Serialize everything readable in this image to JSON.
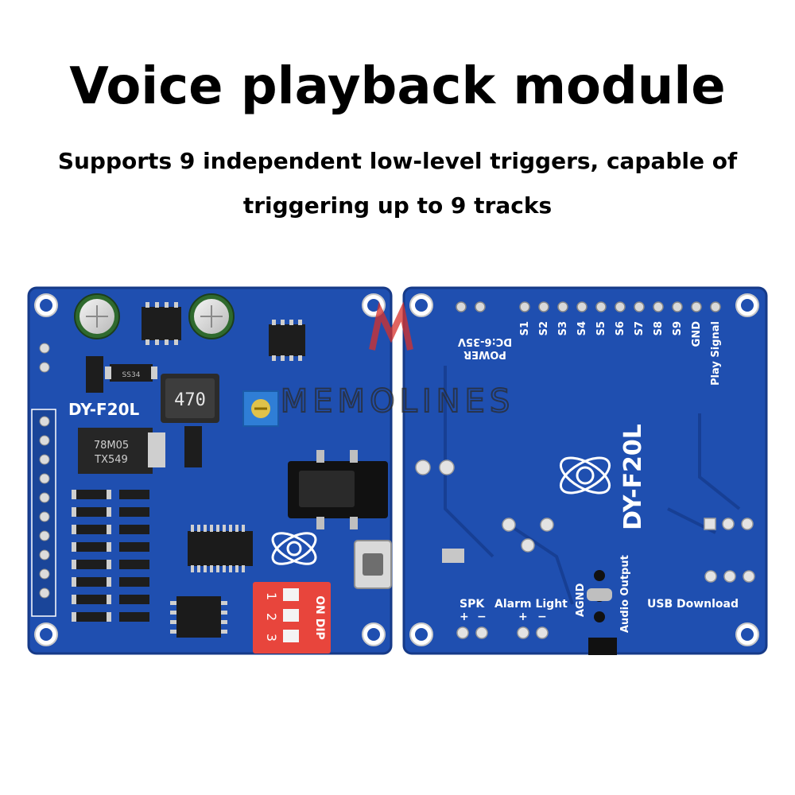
{
  "headline": {
    "title": "Voice playback module",
    "subtitle_line1": "Supports 9 independent low-level triggers, capable of",
    "subtitle_line2": "triggering up to 9 tracks"
  },
  "front_board": {
    "model": "DY-F20L",
    "inductor": "470",
    "regulator_line1": "78M05",
    "regulator_line2": "TX549",
    "diode": "SS34",
    "dip_text": "ON DIP",
    "dip_numbers": [
      "1",
      "2",
      "3"
    ]
  },
  "back_board": {
    "model": "DY-F20L",
    "power_line1": "DC:6-35V",
    "power_line2": "POWER",
    "pins": [
      "S1",
      "S2",
      "S3",
      "S4",
      "S5",
      "S6",
      "S7",
      "S8",
      "S9",
      "GND",
      "Play Signal"
    ],
    "spk": "SPK",
    "alarm": "Alarm Light",
    "agnd": "AGND",
    "audio_output": "Audio Output",
    "usb": "USB Download",
    "plus": "+",
    "minus": "−"
  },
  "watermark": {
    "text": "MEMOLINES"
  },
  "colors": {
    "pcb_blue": "#1f4fb0",
    "pcb_dark": "#173f94",
    "silk": "#ffffff",
    "dip_red": "#e8453c"
  }
}
